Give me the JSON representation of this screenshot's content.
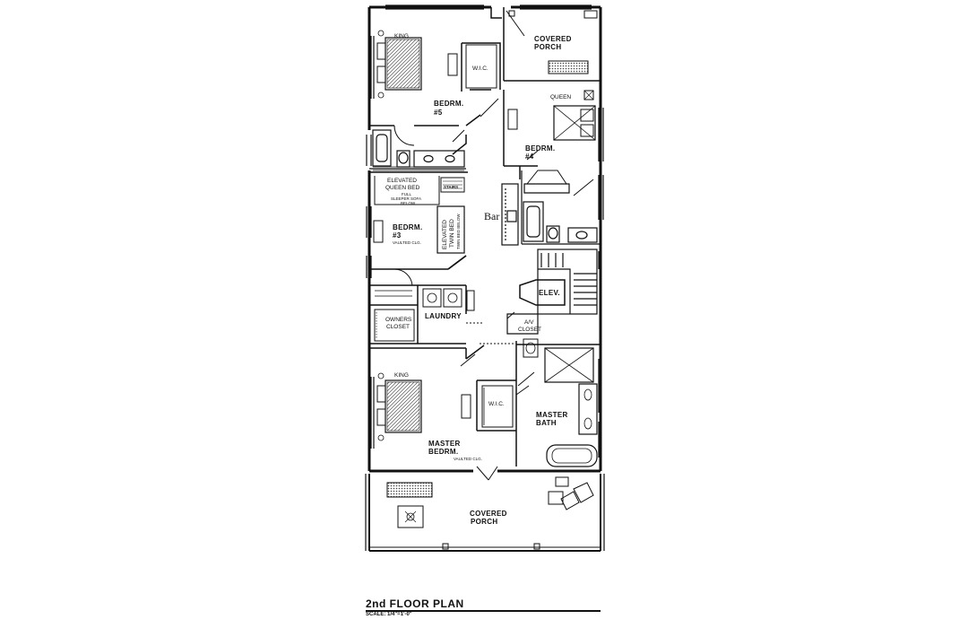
{
  "plan": {
    "title": "2nd FLOOR PLAN",
    "scale": "SCALE: 1/4\"=1'-0\""
  },
  "rooms": {
    "bedroom5": {
      "bed": "KING",
      "name": "BEDRM.",
      "number": "#5",
      "closet": "W.I.C."
    },
    "covered_porch_top": {
      "line1": "COVERED",
      "line2": "PORCH"
    },
    "bedroom4": {
      "bed": "QUEEN",
      "name": "BEDRM.",
      "number": "#4"
    },
    "bedroom3": {
      "loft_line1": "ELEVATED",
      "loft_line2": "QUEEN BED",
      "sofa_line1": "FULL",
      "sofa_line2": "SLEEPER SOFA",
      "sofa_line3": "BELOW",
      "stairs": "STAIRS",
      "name": "BEDRM.",
      "number": "#3",
      "ceiling": "VAULTED CLG.",
      "twin_line1": "ELEVATED",
      "twin_line2": "TWIN BED",
      "twin_line3": "TWIN BED BELOW"
    },
    "bar": "Bar",
    "elevator": "ELEV.",
    "laundry": "LAUNDRY",
    "owners_closet": {
      "line1": "OWNERS",
      "line2": "CLOSET"
    },
    "ac_closet": {
      "line1": "A/V",
      "line2": "CLOSET"
    },
    "master_bedroom": {
      "bed": "KING",
      "line1": "MASTER",
      "line2": "BEDRM.",
      "ceiling": "VAULTED CLG.",
      "closet": "W.I.C."
    },
    "master_bath": {
      "line1": "MASTER",
      "line2": "BATH"
    },
    "covered_porch_bottom": {
      "line1": "COVERED",
      "line2": "PORCH"
    }
  }
}
